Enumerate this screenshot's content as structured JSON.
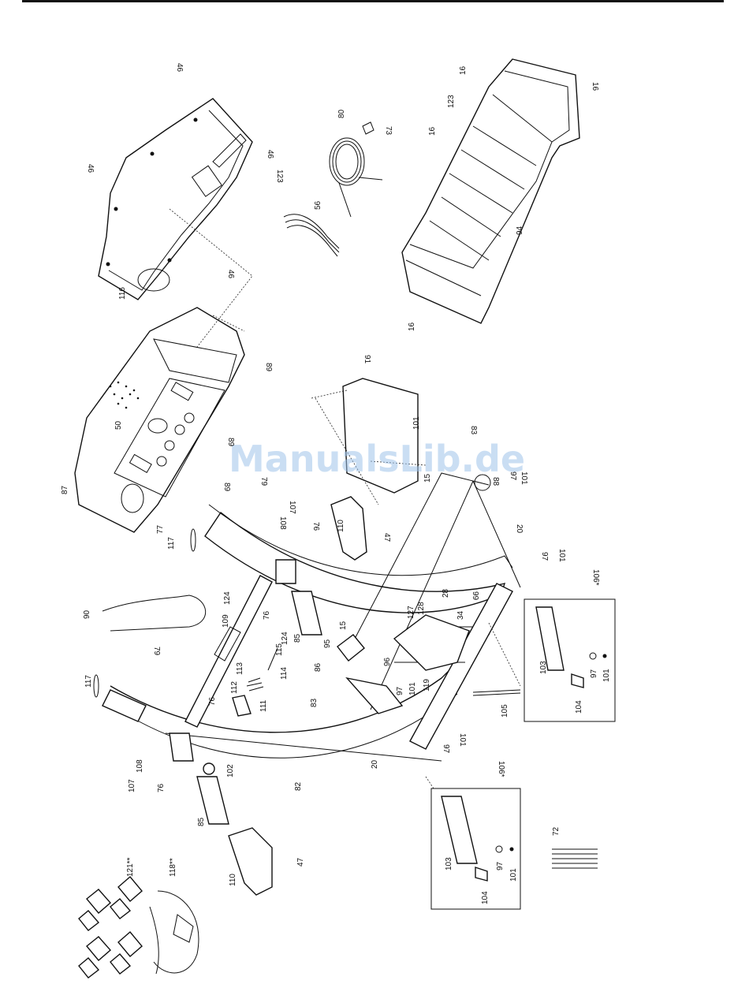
{
  "watermark": "ManualsLib.de",
  "colors": {
    "line": "#111111",
    "watermark": "#9ec3ea"
  },
  "labels": [
    {
      "id": "l46a",
      "text": "46"
    },
    {
      "id": "l46b",
      "text": "46"
    },
    {
      "id": "l46c",
      "text": "46"
    },
    {
      "id": "l46d",
      "text": "46"
    },
    {
      "id": "l123a",
      "text": "123"
    },
    {
      "id": "l116",
      "text": "116"
    },
    {
      "id": "l80",
      "text": "80"
    },
    {
      "id": "l73",
      "text": "73"
    },
    {
      "id": "l56",
      "text": "56"
    },
    {
      "id": "l16a",
      "text": "16"
    },
    {
      "id": "l16b",
      "text": "16"
    },
    {
      "id": "l16c",
      "text": "16"
    },
    {
      "id": "l16d",
      "text": "16"
    },
    {
      "id": "l123b",
      "text": "123"
    },
    {
      "id": "l94",
      "text": "94"
    },
    {
      "id": "l87",
      "text": "87"
    },
    {
      "id": "l50",
      "text": "50"
    },
    {
      "id": "l77",
      "text": "77"
    },
    {
      "id": "l117a",
      "text": "117"
    },
    {
      "id": "l89a",
      "text": "89"
    },
    {
      "id": "l89b",
      "text": "89"
    },
    {
      "id": "l89c",
      "text": "89"
    },
    {
      "id": "l91",
      "text": "91"
    },
    {
      "id": "l101a",
      "text": "101"
    },
    {
      "id": "l83a",
      "text": "83"
    },
    {
      "id": "l88",
      "text": "88"
    },
    {
      "id": "l97a",
      "text": "97"
    },
    {
      "id": "l101b",
      "text": "101"
    },
    {
      "id": "l15a",
      "text": "15"
    },
    {
      "id": "l79a",
      "text": "79"
    },
    {
      "id": "l107a",
      "text": "107"
    },
    {
      "id": "l108a",
      "text": "108"
    },
    {
      "id": "l76a",
      "text": "76"
    },
    {
      "id": "l110a",
      "text": "110"
    },
    {
      "id": "l47a",
      "text": "47"
    },
    {
      "id": "l20a",
      "text": "20"
    },
    {
      "id": "l97b",
      "text": "97"
    },
    {
      "id": "l101c",
      "text": "101"
    },
    {
      "id": "l106a",
      "text": "106*"
    },
    {
      "id": "l124a",
      "text": "124"
    },
    {
      "id": "l124b",
      "text": "124"
    },
    {
      "id": "l76b",
      "text": "76"
    },
    {
      "id": "l85a",
      "text": "85"
    },
    {
      "id": "l127",
      "text": "127"
    },
    {
      "id": "l128",
      "text": "128"
    },
    {
      "id": "l28",
      "text": "28"
    },
    {
      "id": "l99",
      "text": "99"
    },
    {
      "id": "l34",
      "text": "34"
    },
    {
      "id": "l90",
      "text": "90"
    },
    {
      "id": "l109",
      "text": "109"
    },
    {
      "id": "l15b",
      "text": "15"
    },
    {
      "id": "l95",
      "text": "95"
    },
    {
      "id": "l86",
      "text": "86"
    },
    {
      "id": "l96",
      "text": "96"
    },
    {
      "id": "l119",
      "text": "119"
    },
    {
      "id": "l97c",
      "text": "97"
    },
    {
      "id": "l101d",
      "text": "101"
    },
    {
      "id": "l103a",
      "text": "103"
    },
    {
      "id": "l97d",
      "text": "97"
    },
    {
      "id": "l101e",
      "text": "101"
    },
    {
      "id": "l104a",
      "text": "104"
    },
    {
      "id": "l105",
      "text": "105"
    },
    {
      "id": "l117b",
      "text": "117"
    },
    {
      "id": "l79b",
      "text": "79"
    },
    {
      "id": "l115",
      "text": "115"
    },
    {
      "id": "l113",
      "text": "113"
    },
    {
      "id": "l114",
      "text": "114"
    },
    {
      "id": "l112",
      "text": "112"
    },
    {
      "id": "l111",
      "text": "111"
    },
    {
      "id": "l83b",
      "text": "83"
    },
    {
      "id": "l76c",
      "text": "76"
    },
    {
      "id": "l108b",
      "text": "108"
    },
    {
      "id": "l107b",
      "text": "107"
    },
    {
      "id": "l76d",
      "text": "76"
    },
    {
      "id": "l102",
      "text": "102"
    },
    {
      "id": "l82",
      "text": "82"
    },
    {
      "id": "l20b",
      "text": "20"
    },
    {
      "id": "l97e",
      "text": "97"
    },
    {
      "id": "l101f",
      "text": "101"
    },
    {
      "id": "l106b",
      "text": "106*"
    },
    {
      "id": "l85b",
      "text": "85"
    },
    {
      "id": "l110b",
      "text": "110"
    },
    {
      "id": "l47b",
      "text": "47"
    },
    {
      "id": "l103b",
      "text": "103"
    },
    {
      "id": "l97f",
      "text": "97"
    },
    {
      "id": "l101g",
      "text": "101"
    },
    {
      "id": "l104b",
      "text": "104"
    },
    {
      "id": "l72",
      "text": "72"
    },
    {
      "id": "l121",
      "text": "121**"
    },
    {
      "id": "l118",
      "text": "118**"
    }
  ]
}
